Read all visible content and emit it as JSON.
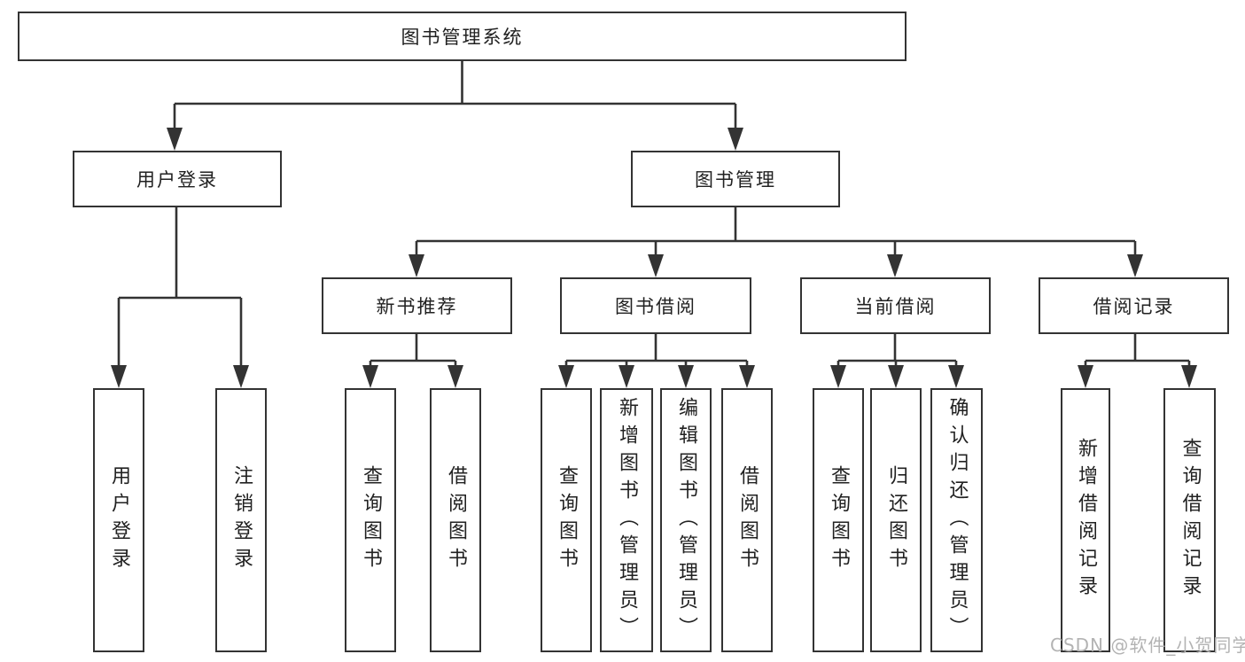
{
  "root": {
    "label": "图书管理系统"
  },
  "branches": [
    {
      "label": "用户登录",
      "children": [
        {
          "label": "用户登录"
        },
        {
          "label": "注销登录"
        }
      ]
    },
    {
      "label": "图书管理",
      "children": [
        {
          "label": "新书推荐",
          "children": [
            {
              "label": "查询图书"
            },
            {
              "label": "借阅图书"
            }
          ]
        },
        {
          "label": "图书借阅",
          "children": [
            {
              "label": "查询图书"
            },
            {
              "label": "新增图书（管理员）"
            },
            {
              "label": "编辑图书（管理员）"
            },
            {
              "label": "借阅图书"
            }
          ]
        },
        {
          "label": "当前借阅",
          "children": [
            {
              "label": "查询图书"
            },
            {
              "label": "归还图书"
            },
            {
              "label": "确认归还（管理员）"
            }
          ]
        },
        {
          "label": "借阅记录",
          "children": [
            {
              "label": "新增借阅记录"
            },
            {
              "label": "查询借阅记录"
            }
          ]
        }
      ]
    }
  ],
  "watermark": {
    "text": "CSDN @软件_小贺同学"
  },
  "colors": {
    "line": "#333333",
    "text": "#212121",
    "watermark": "#b3b3b3",
    "background": "#ffffff"
  }
}
